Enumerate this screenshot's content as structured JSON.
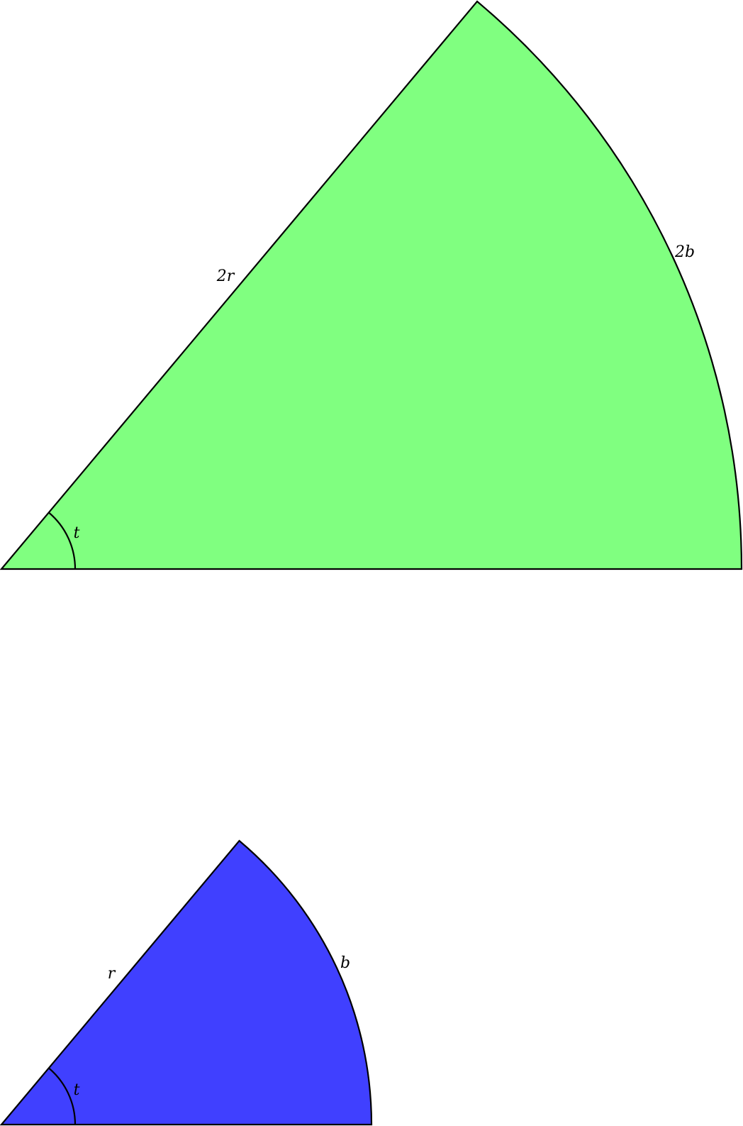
{
  "figures": {
    "large_sector": {
      "fill": "#80ff80",
      "radius_label": "2r",
      "arc_label": "2b",
      "angle_label": "t"
    },
    "small_sector": {
      "fill": "#4040ff",
      "radius_label": "r",
      "arc_label": "b",
      "angle_label": "t"
    }
  }
}
